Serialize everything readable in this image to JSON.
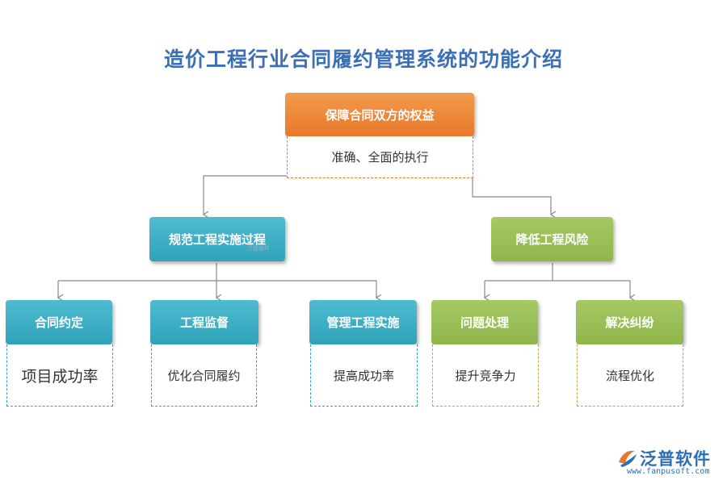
{
  "title": "造价工程行业合同履约管理系统的功能介绍",
  "root": {
    "label": "保障合同双方的权益",
    "desc": "准确、全面的执行"
  },
  "branches": [
    {
      "label": "规范工程实施过程",
      "color": "#2fa3ba",
      "children": [
        {
          "label": "合同约定",
          "desc": "项目成功率"
        },
        {
          "label": "工程监督",
          "desc": "优化合同履约"
        },
        {
          "label": "管理工程实施",
          "desc": "提高成功率"
        }
      ]
    },
    {
      "label": "降低工程风险",
      "color": "#8fb64a",
      "children": [
        {
          "label": "问题处理",
          "desc": "提升竞争力"
        },
        {
          "label": "解决纠纷",
          "desc": "流程优化"
        }
      ]
    }
  ],
  "colors": {
    "orange": "#e8782a",
    "teal": "#2fa3ba",
    "green": "#8fb64a",
    "title": "#3b6fb6"
  },
  "logo": {
    "name": "泛普软件",
    "url": "www.fanpusoft.com",
    "icon": "fanpu-logo-icon"
  },
  "watermark": "泛普软件"
}
